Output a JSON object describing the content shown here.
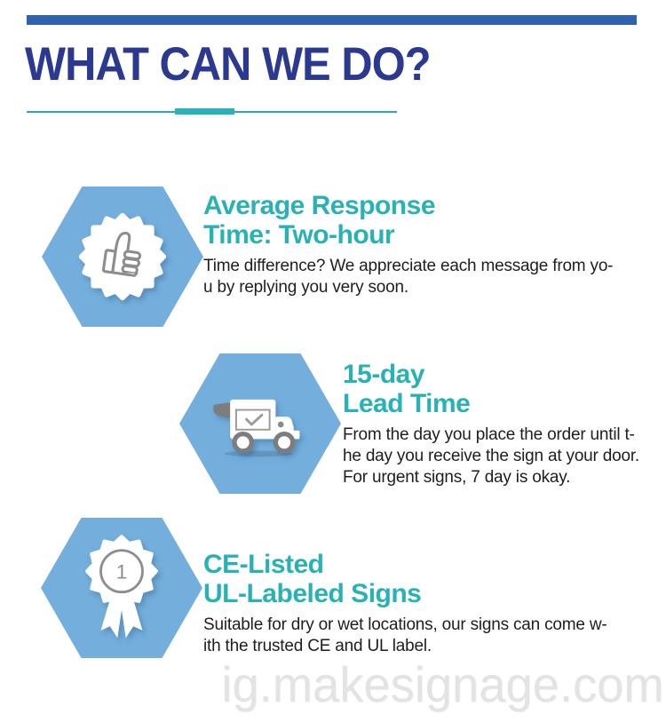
{
  "palette": {
    "top_bar_blue": "#2e63ad",
    "heading_navy": "#2b3a90",
    "accent_teal": "#29b2b5",
    "divider_teal": "#2aa9b4",
    "hexagon_blue": "#73aedd",
    "icon_gray": "#8d8d8d",
    "body_text": "#1e1e1e",
    "watermark_gray": "#e3e3e3"
  },
  "header": {
    "title": "WHAT CAN WE DO?"
  },
  "sections": [
    {
      "icon": "thumbs-up-badge-icon",
      "title_lines": [
        "Average Response",
        "Time: Two-hour"
      ],
      "body_lines": [
        "Time difference? We appreciate each message from yo-",
        "u by replying you very soon."
      ]
    },
    {
      "icon": "delivery-truck-icon",
      "title_lines": [
        "15-day",
        "Lead Time"
      ],
      "body_lines": [
        "From the day you place the order until t-",
        "he day you receive the sign at your door.",
        "For urgent signs, 7 day is okay."
      ]
    },
    {
      "icon": "award-medal-icon",
      "medal_rank": "1",
      "title_lines": [
        "CE-Listed",
        "UL-Labeled Signs"
      ],
      "body_lines": [
        "Suitable for dry or wet locations, our signs can come w-",
        "ith the trusted CE and UL label."
      ]
    }
  ],
  "watermark": {
    "text": "ig.makesignage.com"
  }
}
